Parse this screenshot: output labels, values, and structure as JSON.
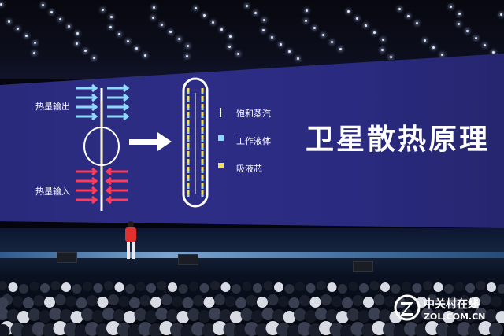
{
  "slide": {
    "title": "卫星散热原理",
    "heat_out_label": "热量输出",
    "heat_in_label": "热量输入",
    "legend": [
      {
        "label": "饱和蒸汽",
        "color": "#ffffff"
      },
      {
        "label": "工作液体",
        "color": "#8fd9ff"
      },
      {
        "label": "吸液芯",
        "color": "#f2e15a"
      }
    ],
    "colors": {
      "background": "#2b2b80",
      "heat_out_arrows": "#8fd9ff",
      "heat_in_arrows": "#ff3b5c",
      "text": "#ffffff"
    }
  },
  "watermark": {
    "cn": "中关村在线",
    "en": "ZOL.COM.CN"
  },
  "colors": {
    "presenter_shirt": "#e03030"
  }
}
